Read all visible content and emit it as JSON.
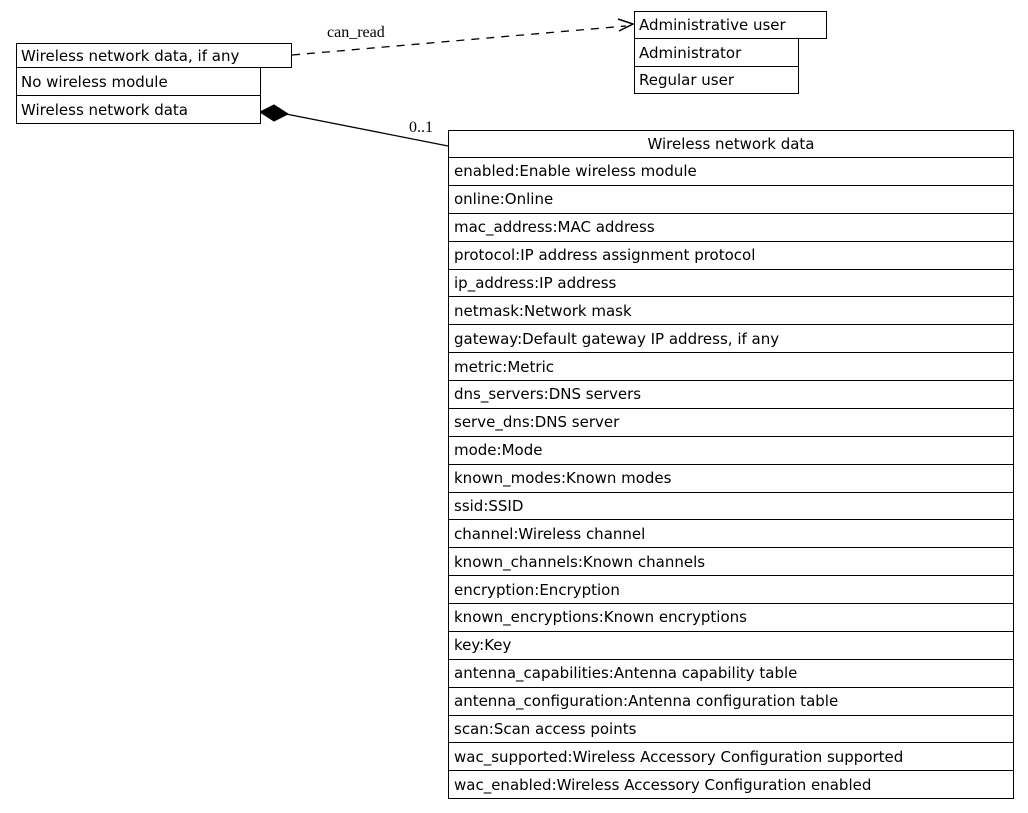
{
  "diagram": {
    "module_node": {
      "rows": [
        "Wireless network data, if any",
        "No wireless module",
        "Wireless network data"
      ]
    },
    "user_node": {
      "rows": [
        "Administrative user",
        "Administrator",
        "Regular user"
      ]
    },
    "wireless_table": {
      "title": "Wireless network data",
      "rows": [
        "enabled:Enable wireless module",
        "online:Online",
        "mac_address:MAC address",
        "protocol:IP address assignment protocol",
        "ip_address:IP address",
        "netmask:Network mask",
        "gateway:Default gateway IP address, if any",
        "metric:Metric",
        "dns_servers:DNS servers",
        "serve_dns:DNS server",
        "mode:Mode",
        "known_modes:Known modes",
        "ssid:SSID",
        "channel:Wireless channel",
        "known_channels:Known channels",
        "encryption:Encryption",
        "known_encryptions:Known encryptions",
        "key:Key",
        "antenna_capabilities:Antenna capability table",
        "antenna_configuration:Antenna configuration table",
        "scan:Scan access points",
        "wac_supported:Wireless Accessory Configuration supported",
        "wac_enabled:Wireless Accessory Configuration enabled"
      ]
    },
    "edges": {
      "can_read": {
        "label": "can_read"
      },
      "composition": {
        "label": "0..1"
      }
    },
    "colors": {
      "stroke": "#000000",
      "background": "#ffffff"
    }
  }
}
